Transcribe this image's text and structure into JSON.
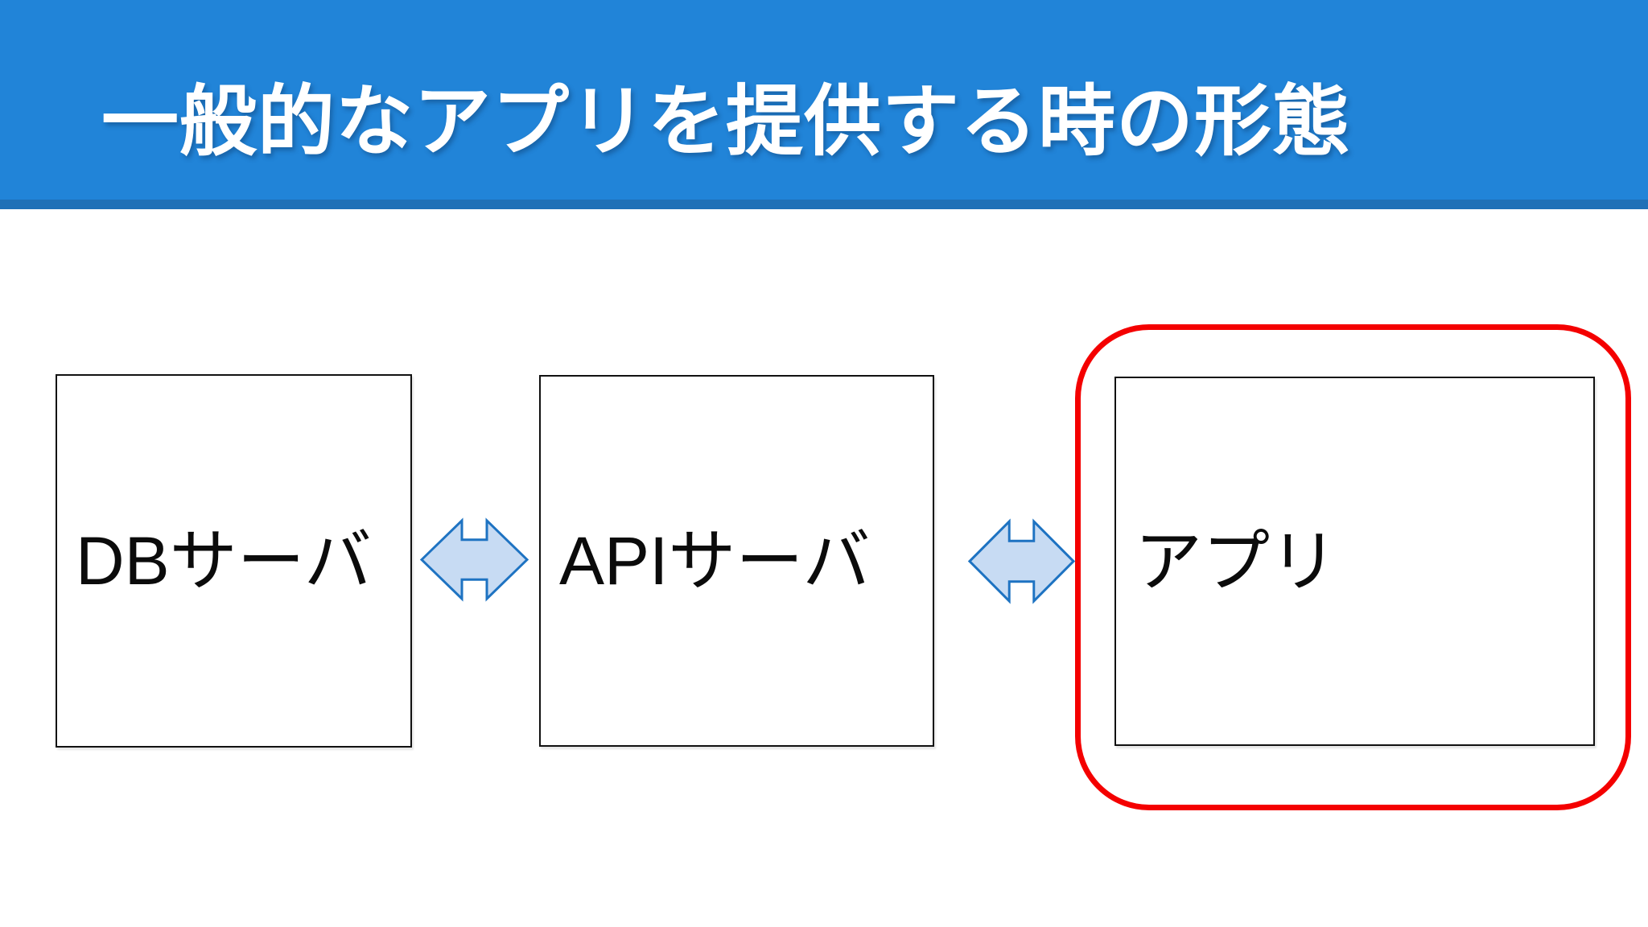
{
  "slide": {
    "title": "一般的なアプリを提供する時の形態"
  },
  "diagram": {
    "boxes": [
      {
        "id": "db-server",
        "label": "DBサーバ"
      },
      {
        "id": "api-server",
        "label": "APIサーバ"
      },
      {
        "id": "app",
        "label": "アプリ",
        "highlighted": true
      }
    ],
    "connectors": [
      {
        "type": "double-headed-arrow",
        "between": [
          "DBサーバ",
          "APIサーバ"
        ]
      },
      {
        "type": "double-headed-arrow",
        "between": [
          "APIサーバ",
          "アプリ"
        ]
      }
    ],
    "highlight": {
      "shape": "rounded-rectangle",
      "around": "アプリ",
      "color": "#F40000"
    }
  },
  "colors": {
    "banner-blue": "#2184D8",
    "banner-strip": "#1F70B7",
    "title-white": "#FFFFFF",
    "canvas-bg": "#FFFFFF",
    "box-border": "#111111",
    "box-fill": "#FFFFFF",
    "label-black": "#0B0B0B",
    "arrow-fill": "#C7DBF3",
    "arrow-stroke": "#1E73C2",
    "highlight-red": "#F40000"
  }
}
